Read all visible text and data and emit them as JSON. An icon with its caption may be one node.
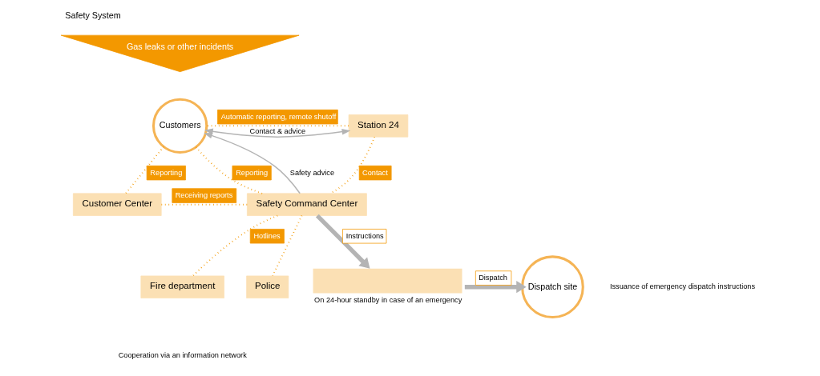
{
  "diagram": {
    "title": "Safety System",
    "nodes": [
      {
        "text": [
          "Gas leaks or other incidents"
        ]
      },
      {
        "text": [
          "Customers"
        ]
      },
      {
        "text": [
          "Station 24"
        ]
      },
      {
        "text": [
          "Customer Center"
        ]
      },
      {
        "text": [
          "Safety Command Center"
        ]
      },
      {
        "text": [
          "Fire department"
        ]
      },
      {
        "text": [
          "Police"
        ]
      },
      {
        "text": [],
        "shape": "box",
        "beside": [
          "On 24-hour standby in case of an emergency"
        ]
      },
      {
        "text": [
          "Dispatch site"
        ]
      }
    ],
    "edges": [
      {
        "from": 1,
        "to": 2,
        "arrow": "both",
        "label": "Contact & advice",
        "color": "#b4b4b4"
      },
      {
        "from": 2,
        "to": 1,
        "arrow": "none",
        "label": "Automatic reporting, remote shutoff",
        "style": "dashed"
      },
      {
        "from": 1,
        "to": 3,
        "arrow": "none",
        "label": "Reporting",
        "style": "dashed"
      },
      {
        "from": 1,
        "to": 4,
        "arrow": "none",
        "label": "Reporting",
        "style": "dashed"
      },
      {
        "from": 4,
        "to": 1,
        "arrow": "to",
        "label": "Safety advice",
        "color": "#b4b4b4"
      },
      {
        "from": 2,
        "to": 4,
        "arrow": "none",
        "label": "Contact",
        "style": "dashed"
      },
      {
        "from": 3,
        "to": 4,
        "arrow": "none",
        "label": "Receiving reports",
        "style": "dashed"
      },
      {
        "from": 4,
        "to": 5,
        "arrow": "none",
        "label": "Hotlines",
        "style": "dashed"
      },
      {
        "from": 4,
        "to": 6,
        "arrow": "none",
        "style": "dashed"
      },
      {
        "from": 4,
        "to": 7,
        "arrow": "to",
        "label": "Instructions",
        "style": "thick",
        "color": "#b4b4b4"
      },
      {
        "from": 7,
        "to": 8,
        "arrow": "to",
        "label": "Dispatch",
        "style": "thick",
        "color": "#b4b4b4"
      }
    ],
    "labels": [
      "Issuance of emergency dispatch instructions",
      "Cooperation via an information network"
    ]
  }
}
